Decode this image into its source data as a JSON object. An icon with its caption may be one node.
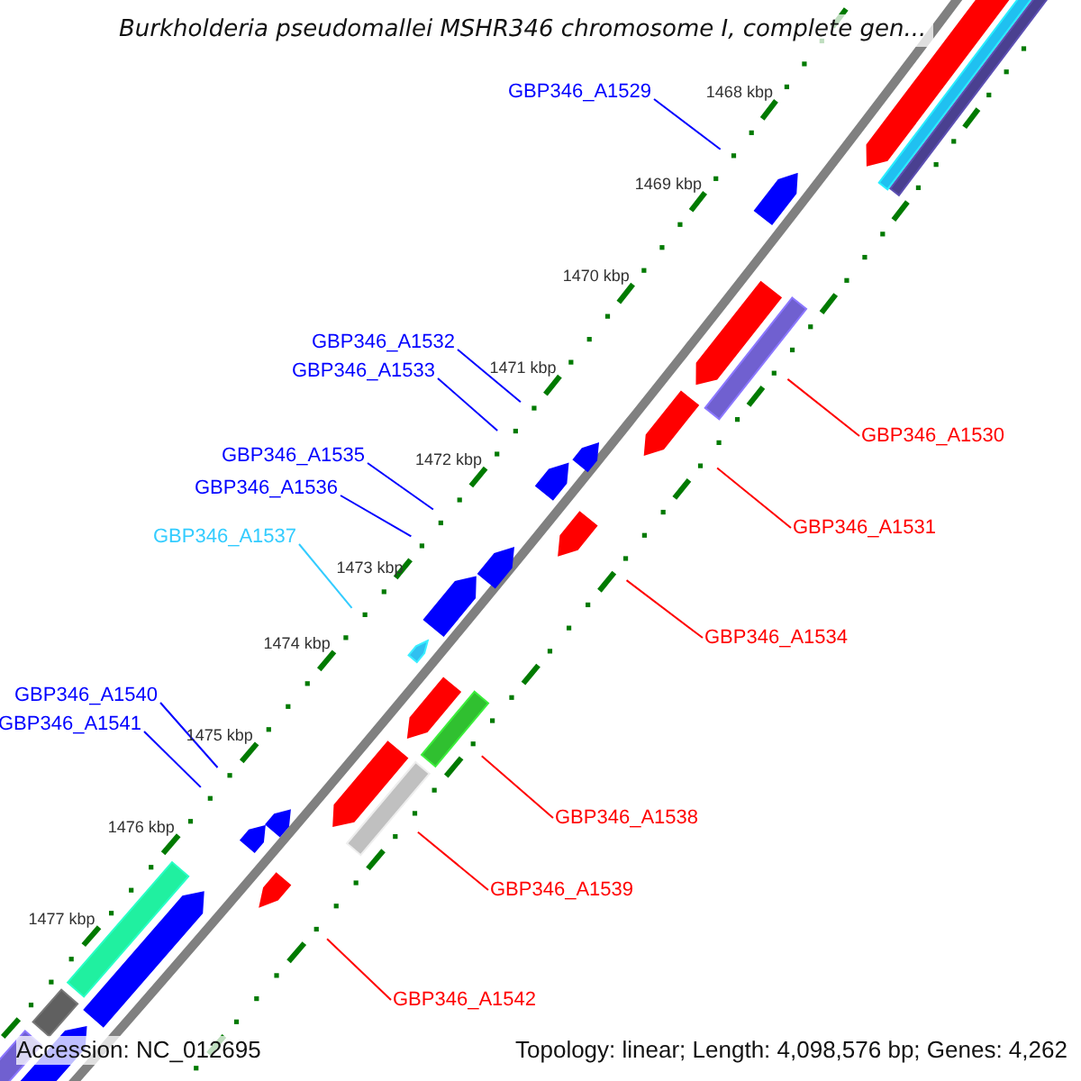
{
  "diagram": {
    "title": "Burkholderia pseudomallei MSHR346 chromosome I, complete gen...",
    "nodes": [
      {
        "text": [
          "GBP346_A1529"
        ]
      },
      {
        "text": [
          "GBP346_A1532"
        ]
      },
      {
        "text": [
          "GBP346_A1533"
        ]
      },
      {
        "text": [
          "GBP346_A1530"
        ]
      },
      {
        "text": [
          "GBP346_A1535"
        ]
      },
      {
        "text": [
          "GBP346_A1536"
        ]
      },
      {
        "text": [
          "GBP346_A1531"
        ]
      },
      {
        "text": [
          "GBP346_A1537"
        ]
      },
      {
        "text": [
          "GBP346_A1534"
        ]
      },
      {
        "text": [
          "GBP346_A1540"
        ]
      },
      {
        "text": [
          "GBP346_A1541"
        ]
      },
      {
        "text": [
          "GBP346_A1538"
        ]
      },
      {
        "text": [
          "GBP346_A1539"
        ]
      },
      {
        "text": [
          "GBP346_A1542"
        ]
      }
    ],
    "edges": [
      {
        "from": 0,
        "to": null,
        "arrow": "none"
      },
      {
        "from": 1,
        "to": null,
        "arrow": "none"
      },
      {
        "from": 2,
        "to": null,
        "arrow": "none"
      },
      {
        "from": 3,
        "to": null,
        "arrow": "none",
        "color": "#ff0000"
      },
      {
        "from": 4,
        "to": null,
        "arrow": "none"
      },
      {
        "from": 5,
        "to": null,
        "arrow": "none"
      },
      {
        "from": 6,
        "to": null,
        "arrow": "none",
        "color": "#ff0000"
      },
      {
        "from": 7,
        "to": null,
        "arrow": "none",
        "color": "#33ccff"
      },
      {
        "from": 8,
        "to": null,
        "arrow": "none",
        "color": "#ff0000"
      },
      {
        "from": 9,
        "to": null,
        "arrow": "none"
      },
      {
        "from": 10,
        "to": null,
        "arrow": "none"
      },
      {
        "from": 11,
        "to": null,
        "arrow": "none",
        "color": "#ff0000"
      },
      {
        "from": 12,
        "to": null,
        "arrow": "none",
        "color": "#ff0000"
      },
      {
        "from": 13,
        "to": null,
        "arrow": "none",
        "color": "#ff0000"
      }
    ],
    "labels": [
      "1468 kbp",
      "1469 kbp",
      "1470 kbp",
      "1471 kbp",
      "1472 kbp",
      "1473 kbp",
      "1474 kbp",
      "1475 kbp",
      "1476 kbp",
      "1477 kbp",
      "Accession: NC_012695",
      "Topology: linear; Length: 4,098,576 bp; Genes: 4,262"
    ]
  }
}
